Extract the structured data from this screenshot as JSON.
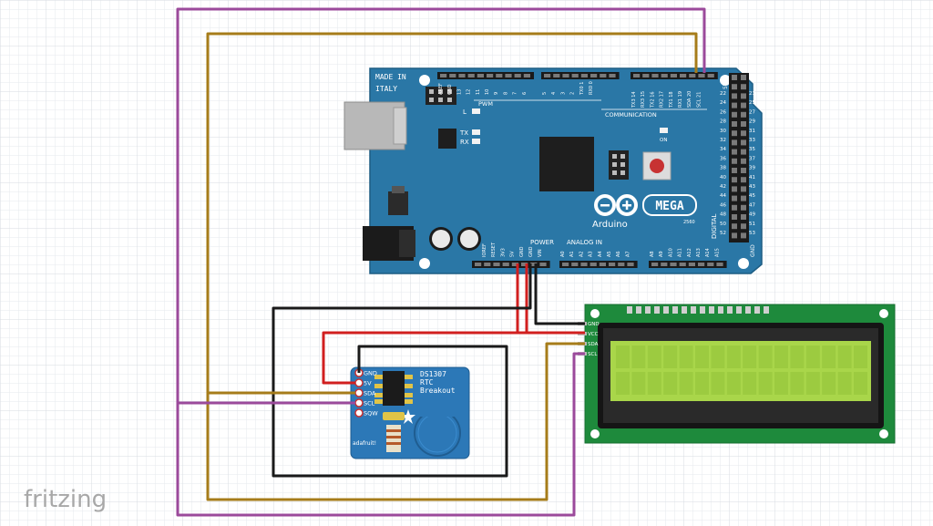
{
  "app": {
    "logo": "fritzing"
  },
  "arduino": {
    "made_in": "MADE IN",
    "country": "ITALY",
    "brand": "Arduino",
    "model": "MEGA",
    "model_sub": "2560",
    "labels": {
      "pwm": "PWM",
      "l": "L",
      "tx": "TX",
      "rx": "RX",
      "on": "ON",
      "communication": "COMMUNICATION",
      "power": "POWER",
      "analog_in": "ANALOG IN",
      "digital": "DIGITAL",
      "gnd_right": "GND",
      "fivev_right": "5V"
    },
    "pwm_pins": [
      "AREF",
      "GND",
      "13",
      "12",
      "11",
      "10",
      "9",
      "8",
      "7",
      "6",
      "5",
      "4",
      "3",
      "2",
      "TX0 1",
      "RX0 0"
    ],
    "comm_pins": [
      "TX3 14",
      "RX3 15",
      "TX2 16",
      "RX2 17",
      "TX1 18",
      "RX1 19",
      "SDA 20",
      "SCL 21"
    ],
    "power_pins": [
      "IOREF",
      "RESET",
      "3V3",
      "5V",
      "GND",
      "GND",
      "VIN"
    ],
    "analog_pins": [
      "A0",
      "A1",
      "A2",
      "A3",
      "A4",
      "A5",
      "A6",
      "A7",
      "A8",
      "A9",
      "A10",
      "A11",
      "A12",
      "A13",
      "A14",
      "A15"
    ],
    "digital_left": [
      "22",
      "24",
      "26",
      "28",
      "30",
      "32",
      "34",
      "36",
      "38",
      "40",
      "42",
      "44",
      "46",
      "48",
      "50",
      "52"
    ],
    "digital_right": [
      "23",
      "25",
      "27",
      "29",
      "31",
      "33",
      "35",
      "37",
      "39",
      "41",
      "43",
      "45",
      "47",
      "49",
      "51",
      "53"
    ]
  },
  "rtc": {
    "title_line1": "DS1307",
    "title_line2": "RTC",
    "title_line3": "Breakout",
    "brand": "adafruit!",
    "pins": [
      "GND",
      "5V",
      "SDA",
      "SCL",
      "SQW"
    ]
  },
  "lcd": {
    "pins": [
      "GND",
      "VCC",
      "SDA",
      "SCL"
    ]
  },
  "colors": {
    "board": "#2a77a6",
    "board_dark": "#1f5f86",
    "lcd_pcb": "#1e8a3c",
    "lcd_screen": "#a9d64a",
    "wire_purple": "#9b4a9b",
    "wire_olive": "#a67c1a",
    "wire_red": "#d11f1f",
    "wire_black": "#1a1a1a"
  }
}
